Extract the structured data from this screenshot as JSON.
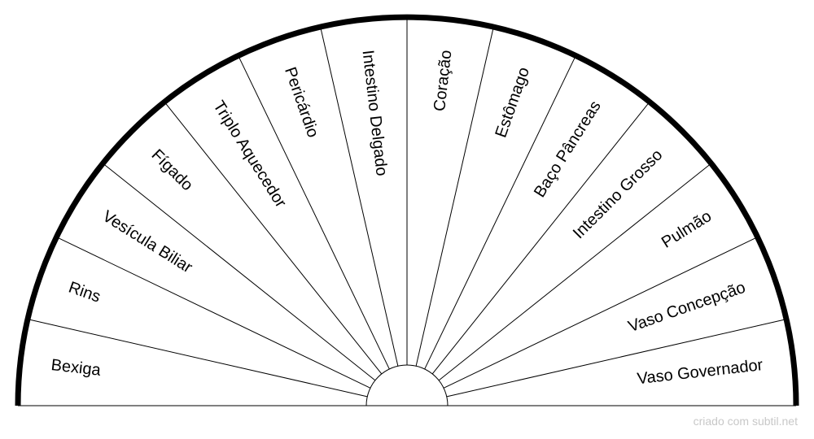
{
  "diagram": {
    "sectors": [
      "Bexiga",
      "Rins",
      "Vesícula Biliar",
      "Fígado",
      "Triplo Aquecedor",
      "Pericárdio",
      "Intestino Delgado",
      "Coração",
      "Estômago",
      "Baço Pâncreas",
      "Intestino Grosso",
      "Pulmão",
      "Vaso Concepção",
      "Vaso Governador"
    ]
  },
  "footer": {
    "credit": "criado com subtil.net"
  },
  "colors": {
    "outline": "#000000",
    "credit_text": "#c8c8c8",
    "background": "#ffffff"
  }
}
